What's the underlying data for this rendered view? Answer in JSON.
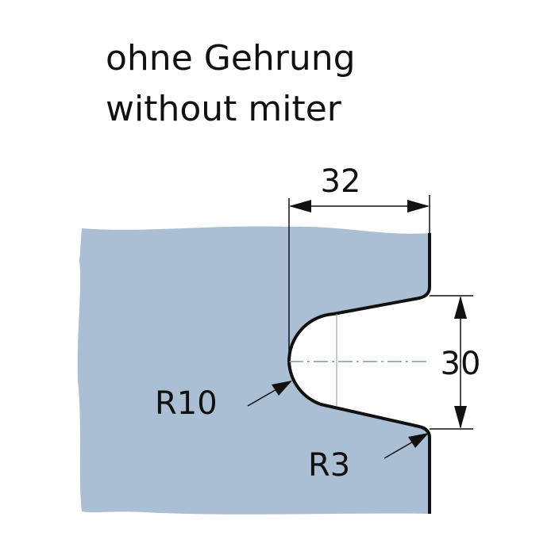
{
  "title": {
    "line_de": "ohne Gehrung",
    "line_en": "without miter"
  },
  "dimensions": {
    "notch_depth": "32",
    "notch_height": "30",
    "inner_radius": "R10",
    "edge_radius": "R3"
  },
  "colors": {
    "glass_fill": "#aabfd4",
    "outline": "#111111",
    "centerline": "#8a97a6"
  }
}
